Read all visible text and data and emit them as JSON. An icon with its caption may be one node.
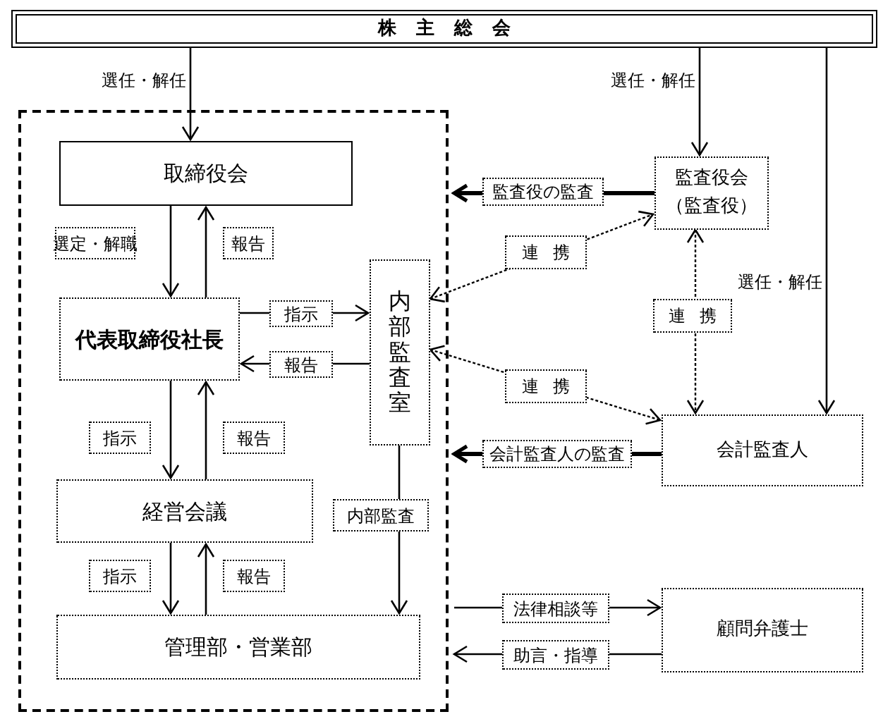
{
  "diagram": {
    "nodes": [
      {
        "text": [
          "株主総会"
        ]
      },
      {
        "text": [],
        "shape": "box"
      },
      {
        "text": [
          "取締役会"
        ],
        "in": 1
      },
      {
        "text": [
          "代表取締役社長"
        ],
        "in": 1
      },
      {
        "text": [
          "経営会議"
        ],
        "in": 1
      },
      {
        "text": [
          "管理部・営業部"
        ],
        "in": 1
      },
      {
        "text": [
          "内部監査室"
        ],
        "in": 1
      },
      {
        "text": [
          "監査役会",
          "（監査役）"
        ]
      },
      {
        "text": [
          "会計監査人"
        ]
      },
      {
        "text": [
          "顧問弁護士"
        ]
      }
    ],
    "edges": [
      {
        "from": 0,
        "to": 2,
        "arrow": "to",
        "label": "選任・解任"
      },
      {
        "from": 0,
        "to": 7,
        "arrow": "to",
        "label": "選任・解任"
      },
      {
        "from": 0,
        "to": 8,
        "arrow": "to",
        "label": "選任・解任"
      },
      {
        "from": 2,
        "to": 3,
        "arrow": "to",
        "label": "選定・解職"
      },
      {
        "from": 3,
        "to": 2,
        "arrow": "to",
        "label": "報告"
      },
      {
        "from": 3,
        "to": 6,
        "arrow": "to",
        "label": "指示"
      },
      {
        "from": 6,
        "to": 3,
        "arrow": "to",
        "label": "報告"
      },
      {
        "from": 3,
        "to": 4,
        "arrow": "to",
        "label": "指示"
      },
      {
        "from": 4,
        "to": 3,
        "arrow": "to",
        "label": "報告"
      },
      {
        "from": 4,
        "to": 5,
        "arrow": "to",
        "label": "指示"
      },
      {
        "from": 5,
        "to": 4,
        "arrow": "to",
        "label": "報告"
      },
      {
        "from": 6,
        "to": 5,
        "arrow": "to",
        "label": "内部監査"
      },
      {
        "from": 7,
        "to": 1,
        "arrow": "to",
        "label": "監査役の監査",
        "style": "thick"
      },
      {
        "from": 6,
        "to": 7,
        "arrow": "both",
        "label": "連携",
        "style": "dashed"
      },
      {
        "from": 7,
        "to": 8,
        "arrow": "both",
        "label": "連携",
        "style": "dashed"
      },
      {
        "from": 6,
        "to": 8,
        "arrow": "both",
        "label": "連携",
        "style": "dashed"
      },
      {
        "from": 8,
        "to": 1,
        "arrow": "to",
        "label": "会計監査人の監査",
        "style": "thick"
      },
      {
        "from": 1,
        "to": 9,
        "arrow": "to",
        "label": "法律相談等"
      },
      {
        "from": 9,
        "to": 1,
        "arrow": "to",
        "label": "助言・指導"
      }
    ]
  }
}
